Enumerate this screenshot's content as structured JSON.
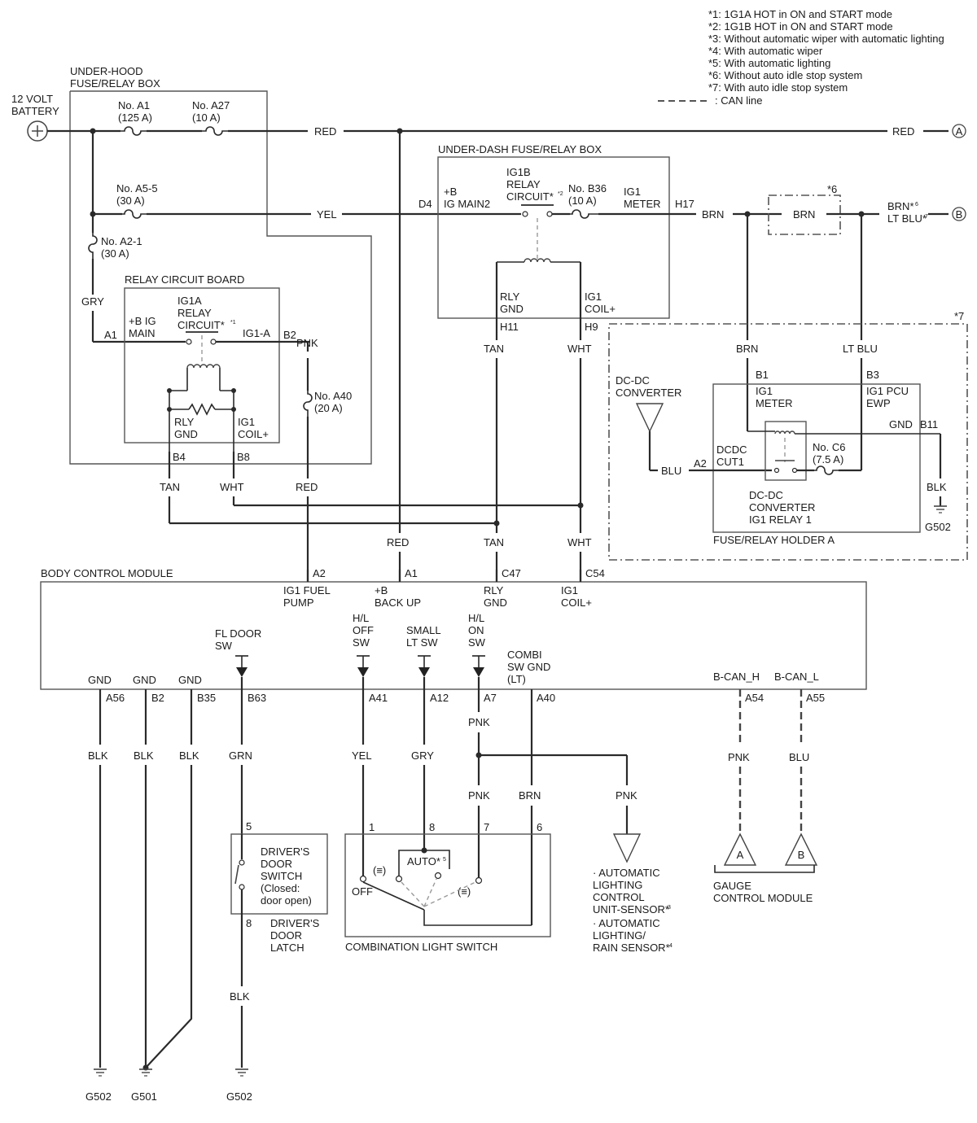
{
  "notes": [
    "*1: 1G1A HOT in ON and START mode",
    "*2: 1G1B HOT in ON and START mode",
    "*3: Without automatic wiper with automatic lighting",
    "*4: With automatic wiper",
    "*5: With automatic lighting",
    "*6: Without auto idle stop system",
    "*7: With auto idle stop system"
  ],
  "legend": {
    "can_line": ": CAN line"
  },
  "battery": [
    "12 VOLT",
    "BATTERY"
  ],
  "under_hood": {
    "title": [
      "UNDER-HOOD",
      "FUSE/RELAY BOX"
    ]
  },
  "fuses": {
    "a1": [
      "No. A1",
      "(125 A)"
    ],
    "a27": [
      "No. A27",
      "(10 A)"
    ],
    "a5_5": [
      "No. A5-5",
      "(30 A)"
    ],
    "a2_1": [
      "No. A2-1",
      "(30 A)"
    ],
    "a40": [
      "No. A40",
      "(20 A)"
    ],
    "b36": [
      "No. B36",
      "(10 A)"
    ],
    "c6": [
      "No. C6",
      "(7.5 A)"
    ]
  },
  "relay_board": {
    "title": "RELAY CIRCUIT BOARD",
    "relay": [
      "IG1A",
      "RELAY",
      "CIRCUIT*"
    ],
    "relay_sup": "*1",
    "bplus": [
      "+B IG",
      "MAIN"
    ],
    "ig1a": "IG1-A",
    "rly_gnd": [
      "RLY",
      "GND"
    ],
    "ig1_coil": [
      "IG1",
      "COIL+"
    ],
    "pins": {
      "a1": "A1",
      "b2": "B2",
      "b4": "B4",
      "b8": "B8"
    }
  },
  "under_dash": {
    "title": "UNDER-DASH FUSE/RELAY BOX",
    "bplus": [
      "+B",
      "IG MAIN2"
    ],
    "relay": [
      "IG1B",
      "RELAY",
      "CIRCUIT*"
    ],
    "relay_sup": "*2",
    "ig1_meter": [
      "IG1",
      "METER"
    ],
    "rly_gnd": [
      "RLY",
      "GND"
    ],
    "ig1_coil": [
      "IG1",
      "COIL+"
    ],
    "pins": {
      "d4": "D4",
      "h17": "H17",
      "h11": "H11",
      "h9": "H9"
    }
  },
  "holder": {
    "title": "FUSE/RELAY HOLDER A",
    "star7": "*7",
    "star6": "*6",
    "dcdc": [
      "DC-DC",
      "CONVERTER"
    ],
    "ig1_meter": [
      "IG1",
      "METER"
    ],
    "ig1_pcu": [
      "IG1 PCU",
      "EWP"
    ],
    "gnd": "GND",
    "dcdc_cut": [
      "DCDC",
      "CUT1"
    ],
    "relay": [
      "DC-DC",
      "CONVERTER",
      "IG1 RELAY 1"
    ],
    "pins": {
      "b1": "B1",
      "b3": "B3",
      "b11": "B11",
      "a2": "A2"
    }
  },
  "wires": {
    "red": "RED",
    "yel": "YEL",
    "gry": "GRY",
    "pnk": "PNK",
    "tan": "TAN",
    "wht": "WHT",
    "brn": "BRN",
    "blu": "BLU",
    "blk": "BLK",
    "grn": "GRN",
    "lt_blu": "LT BLU",
    "brn_alt": "BRN*",
    "brn_alt_sup": "6",
    "lt_blu_alt": "LT BLU*",
    "lt_blu_alt_sup": "7"
  },
  "connectors": {
    "a": "A",
    "b": "B"
  },
  "bcm": {
    "title": "BODY CONTROL MODULE",
    "top_pins": [
      "A2",
      "A1",
      "C47",
      "C54"
    ],
    "fuel_pump": [
      "IG1 FUEL",
      "PUMP"
    ],
    "backup": [
      "+B",
      "BACK UP"
    ],
    "rly_gnd": [
      "RLY",
      "GND"
    ],
    "ig1_coil": [
      "IG1",
      "COIL+"
    ],
    "gnd": "GND",
    "fl_door": [
      "FL DOOR",
      "SW"
    ],
    "hl_off": [
      "H/L",
      "OFF",
      "SW"
    ],
    "small_lt": [
      "SMALL",
      "LT SW"
    ],
    "hl_on": [
      "H/L",
      "ON",
      "SW"
    ],
    "combi_gnd": [
      "COMBI",
      "SW GND",
      "(LT)"
    ],
    "bcan_h": "B-CAN_H",
    "bcan_l": "B-CAN_L",
    "bottom_pins": [
      "A56",
      "B2",
      "B35",
      "B63",
      "A41",
      "A12",
      "A7",
      "A40",
      "A54",
      "A55"
    ]
  },
  "door_switch": {
    "pins": [
      "5",
      "8"
    ],
    "label": [
      "DRIVER'S",
      "DOOR",
      "SWITCH",
      "(Closed:",
      "door open)"
    ],
    "latch": [
      "DRIVER'S",
      "DOOR",
      "LATCH"
    ]
  },
  "combi_switch": {
    "title": "COMBINATION LIGHT SWITCH",
    "pins": [
      "1",
      "8",
      "7",
      "6"
    ],
    "off": "OFF",
    "auto": "AUTO*",
    "auto_sup": "5"
  },
  "light_sensor": {
    "l1": [
      "· AUTOMATIC",
      "LIGHTING",
      "CONTROL",
      "UNIT-SENSOR*"
    ],
    "l1_sup": "3",
    "l2": [
      "· AUTOMATIC",
      "LIGHTING/",
      "RAIN SENSOR*"
    ],
    "l2_sup": "4"
  },
  "gauge": {
    "title": [
      "GAUGE",
      "CONTROL MODULE"
    ]
  },
  "grounds": [
    "G502",
    "G501",
    "G502",
    "G502"
  ]
}
